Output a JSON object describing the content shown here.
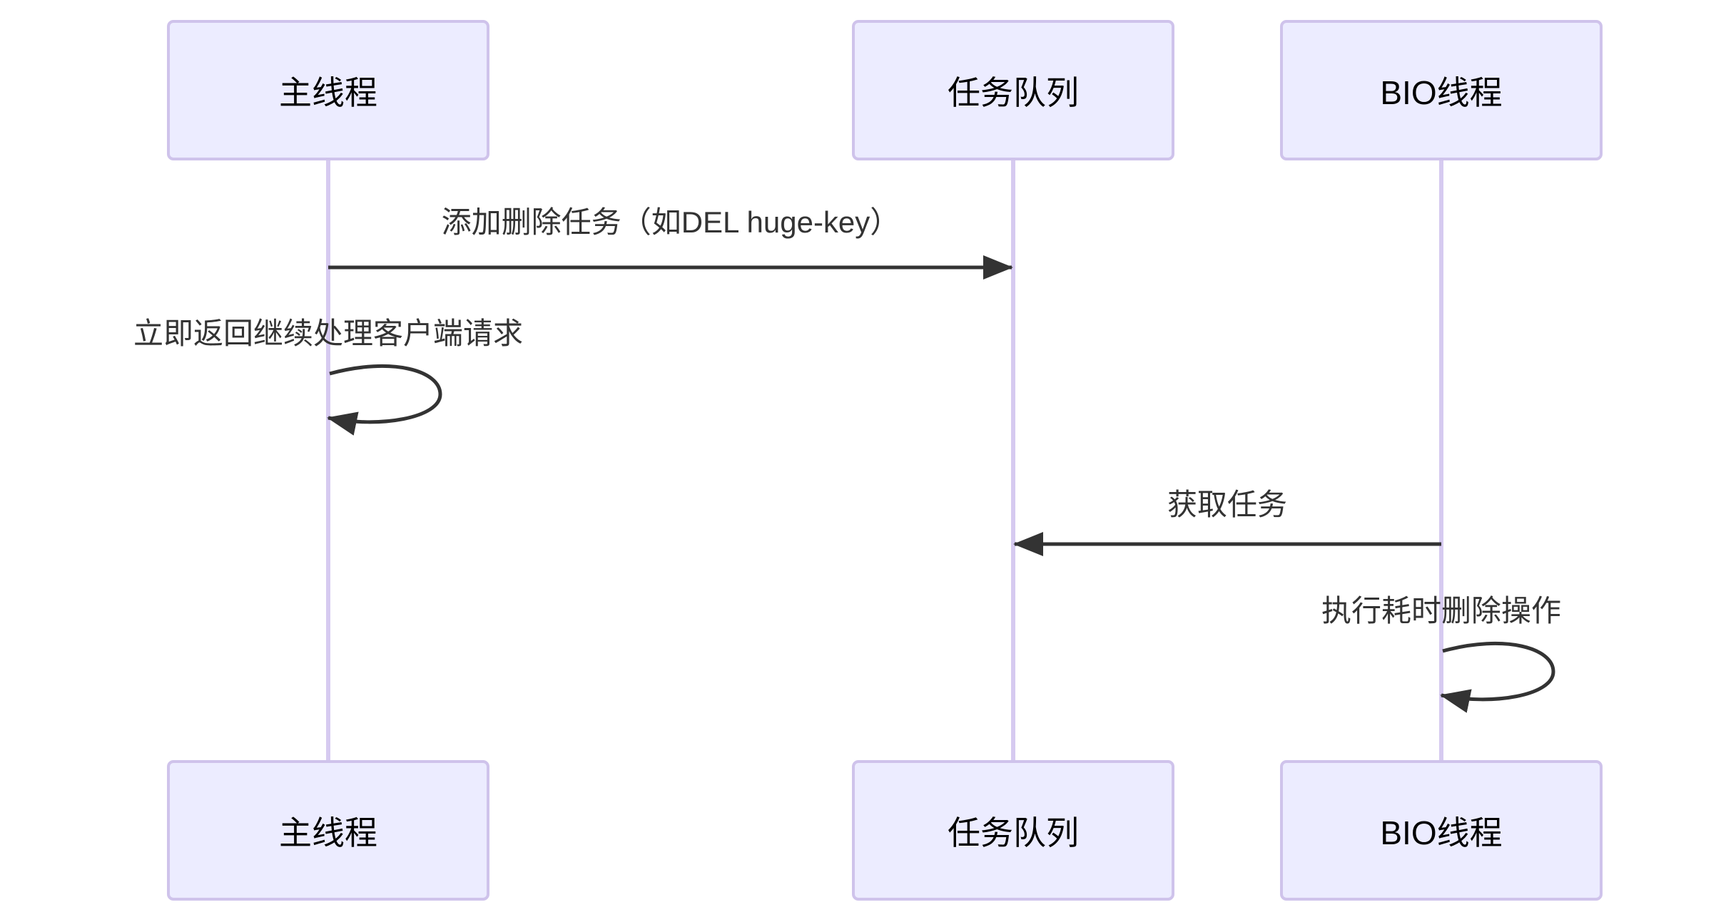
{
  "diagram": {
    "type": "sequence",
    "actors": [
      {
        "id": "main-thread",
        "label": "主线程"
      },
      {
        "id": "task-queue",
        "label": "任务队列"
      },
      {
        "id": "bio-thread",
        "label": "BIO线程"
      }
    ],
    "messages": [
      {
        "kind": "solid-arrow",
        "from": "main-thread",
        "to": "task-queue",
        "label": "添加删除任务（如DEL huge-key）"
      },
      {
        "kind": "self-loop",
        "actor": "main-thread",
        "label": "立即返回继续处理客户端请求"
      },
      {
        "kind": "solid-arrow",
        "from": "bio-thread",
        "to": "task-queue",
        "label": "获取任务"
      },
      {
        "kind": "self-loop",
        "actor": "bio-thread",
        "label": "执行耗时删除操作"
      }
    ],
    "colors": {
      "background": "#FFFFFF",
      "actor_fill": "#ECECFF",
      "actor_border": "#CFC3EB",
      "lifeline": "#D6CAF0",
      "arrow": "#333333",
      "message_text": "#333333",
      "actor_text": "#000000"
    }
  }
}
